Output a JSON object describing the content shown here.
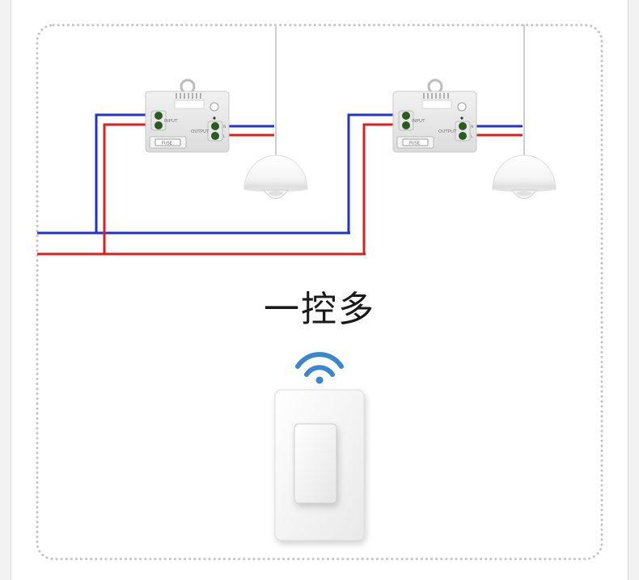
{
  "title": "一控多",
  "receiver": {
    "input_label": "INPUT",
    "output_label": "OUTPUT",
    "fuse_label": "FUSE",
    "terminal_n": "N",
    "terminal_l": "L"
  },
  "colors": {
    "neutral_wire": "#2233cc",
    "live_wire": "#dd1f1f",
    "border": "#c4c4c4",
    "wifi": "#3a86d0",
    "terminal": "#2c5a22"
  },
  "icons": {
    "wireless": "wifi-icon",
    "lamp": "pendant-lamp-icon",
    "switch": "wall-switch-icon"
  }
}
